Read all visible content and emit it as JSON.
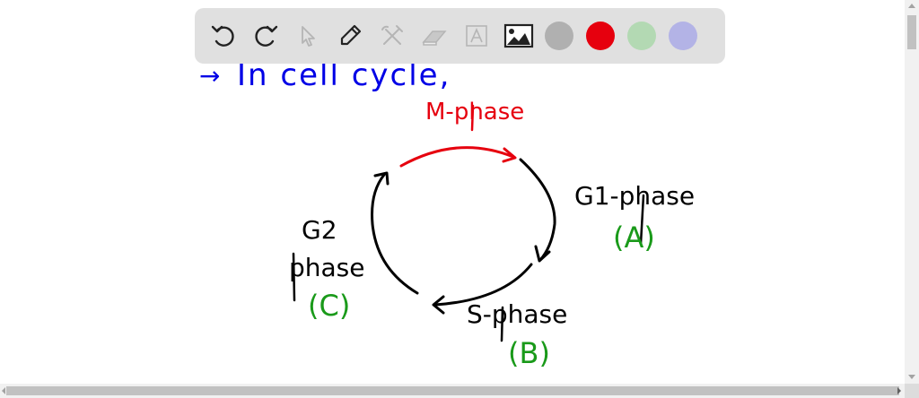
{
  "toolbar": {
    "tools": [
      {
        "name": "undo",
        "icon": "undo-icon",
        "enabled": true
      },
      {
        "name": "redo",
        "icon": "redo-icon",
        "enabled": true
      },
      {
        "name": "select",
        "icon": "pointer-icon",
        "enabled": false
      },
      {
        "name": "pen",
        "icon": "pen-icon",
        "enabled": true
      },
      {
        "name": "tools",
        "icon": "tools-icon",
        "enabled": false
      },
      {
        "name": "eraser",
        "icon": "eraser-icon",
        "enabled": false
      },
      {
        "name": "text",
        "icon": "text-box-icon",
        "enabled": false,
        "glyph": "A"
      },
      {
        "name": "image",
        "icon": "image-icon",
        "enabled": true
      }
    ],
    "colors": [
      {
        "name": "gray",
        "hex": "#b0b0b0"
      },
      {
        "name": "red",
        "hex": "#e6000e"
      },
      {
        "name": "green",
        "hex": "#b3d9b3"
      },
      {
        "name": "purple",
        "hex": "#b3b3e6"
      }
    ]
  },
  "canvas": {
    "heading": {
      "arrow": "→",
      "text": "In cell cycle,",
      "color": "#0000e6"
    },
    "labels": {
      "m_phase": {
        "text": "M-phase",
        "color": "#e6000e"
      },
      "g1_phase": {
        "text": "G1-phase",
        "color": "#000000"
      },
      "g1_letter": {
        "text": "(A)",
        "color": "#1a9a1a"
      },
      "s_phase": {
        "text": "S-phase",
        "color": "#000000"
      },
      "s_letter": {
        "text": "(B)",
        "color": "#1a9a1a"
      },
      "g2_title": {
        "text": "G2",
        "color": "#000000"
      },
      "g2_phase": {
        "text": "phase",
        "color": "#000000"
      },
      "g2_letter": {
        "text": "(C)",
        "color": "#1a9a1a"
      }
    }
  }
}
